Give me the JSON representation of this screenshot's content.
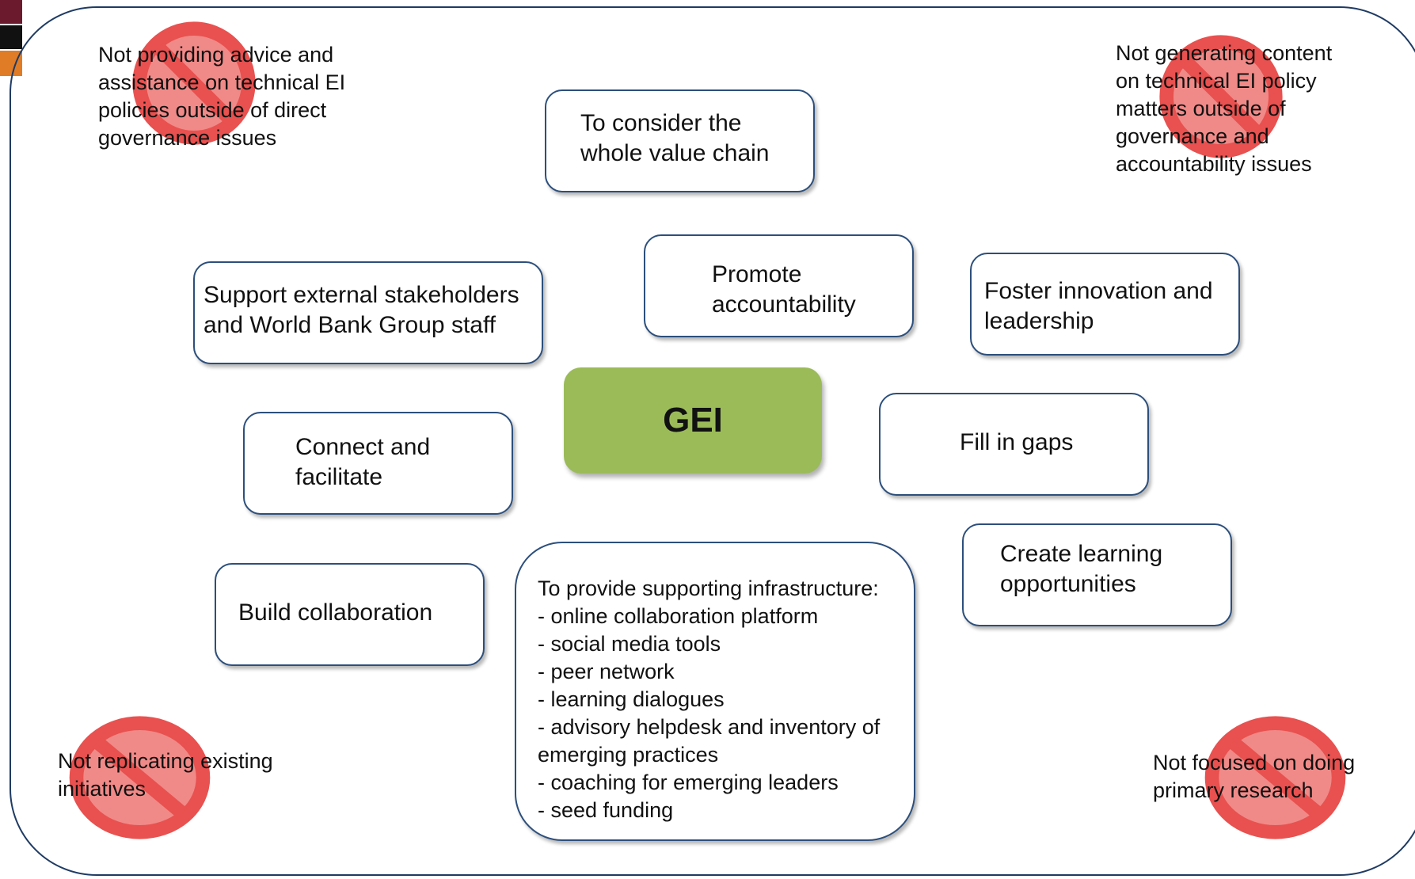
{
  "colors": {
    "frame": "#1f3b63",
    "box_border": "#2c4f7c",
    "center_fill": "#9bbb59",
    "no_sign_red": "#e8514f",
    "no_sign_fill": "#f08a88",
    "corner_bars": [
      "#6b1a2e",
      "#111111",
      "#e07c26"
    ]
  },
  "center": {
    "label": "GEI"
  },
  "boxes": {
    "value_chain": "To consider the\nwhole value chain",
    "accountability": "Promote\naccountability",
    "support": "Support external stakeholders\nand World Bank Group staff",
    "innovation": "Foster innovation and\nleadership",
    "connect": "Connect and\nfacilitate",
    "gaps": "Fill in gaps",
    "learning": "Create learning\nopportunities",
    "collaboration": "Build collaboration",
    "infrastructure": "To provide supporting infrastructure:\n- online collaboration platform\n- social media tools\n- peer network\n- learning dialogues\n- advisory helpdesk and inventory of\nemerging practices\n- coaching for emerging leaders\n- seed funding"
  },
  "exclusions": {
    "top_left": "Not  providing advice and\nassistance on technical EI\npolicies outside of direct\ngovernance issues",
    "top_right": "Not generating content\non technical EI policy\nmatters outside of\ngovernance and\naccountability issues",
    "bottom_left": "Not replicating existing\ninitiatives",
    "bottom_right": "Not focused on doing\nprimary research"
  },
  "icons": [
    "no-entry-icon"
  ]
}
